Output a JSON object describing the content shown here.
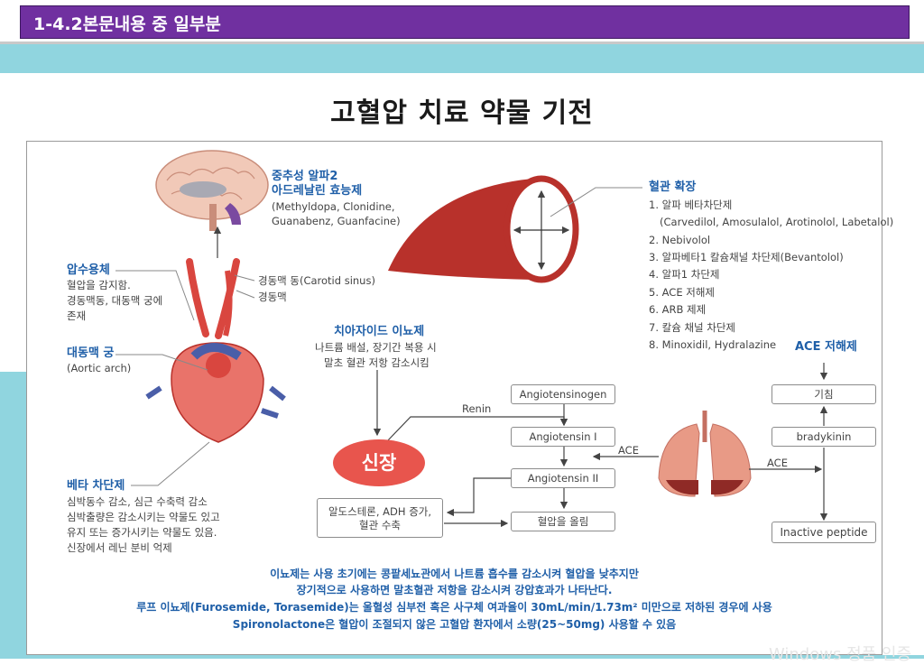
{
  "header": {
    "section_title": "1-4.2본문내용 중 일부분"
  },
  "slide": {
    "title": "고혈압 치료 약물 기전"
  },
  "left": {
    "central": {
      "title": "중추성 알파2",
      "title2": "아드레날린 효능제",
      "drugs1": "(Methyldopa, Clonidine,",
      "drugs2": "Guanabenz, Guanfacine)"
    },
    "carotid_sinus": "경동맥 동(Carotid sinus)",
    "carotid": "경동맥",
    "baro": {
      "title": "압수용체",
      "l1": "혈압을 감지함.",
      "l2": "경동맥동, 대동맥 궁에",
      "l3": "존재"
    },
    "aortic": {
      "title": "대동맥 궁",
      "sub": "(Aortic arch)"
    },
    "beta": {
      "title": "베타 차단제",
      "l1": "심박동수 감소, 심근 수축력 감소",
      "l2": "심박출량은 감소시키는 약물도 있고",
      "l3": "유지 또는 증가시키는 약물도 있음.",
      "l4": "신장에서 레닌 분비 억제"
    }
  },
  "vaso": {
    "title": "혈관 확장",
    "items": [
      "1. 알파 베타차단제",
      "(Carvedilol, Amosulalol, Arotinolol, Labetalol)",
      "2. Nebivolol",
      "3. 알파베타1 칼슘채널 차단제(Bevantolol)",
      "4. 알파1 차단제",
      "5. ACE 저해제",
      "6. ARB 제제",
      "7. 칼슘 채널 차단제",
      "8. Minoxidil, Hydralazine"
    ]
  },
  "thiazide": {
    "title": "치아자이드 이뇨제",
    "l1": "나트륨 배설, 장기간 복용 시",
    "l2": "말초 혈관 저항 감소시킴"
  },
  "kidney": "신장",
  "raas": {
    "renin": "Renin",
    "angiotensinogen": "Angiotensinogen",
    "angiotensin1": "Angiotensin I",
    "angiotensin2": "Angiotensin II",
    "ace": "ACE",
    "aldo": "알도스테론, ADH 증가,",
    "aldo2": "혈관 수축",
    "bp_up": "혈압을 올림"
  },
  "ace_inhibitor": {
    "title": "ACE 저해제",
    "cough": "기침",
    "bradykinin": "bradykinin",
    "ace": "ACE",
    "inactive": "Inactive peptide"
  },
  "notes": [
    "이뇨제는 사용 초기에는 콩팥세뇨관에서 나트륨 흡수를 감소시켜 혈압을 낮추지만",
    "장기적으로 사용하면  말초혈관 저항을 감소시켜  강압효과가 나타난다.",
    "루프 이뇨제(Furosemide, Torasemide)는 울혈성 심부전 혹은 사구체 여과율이 30mL/min/1.73m² 미만으로 저하된 경우에 사용",
    "Spironolactone은 혈압이 조절되지 않은 고혈압 환자에서 소량(25~50mg) 사용할 수 있음"
  ],
  "watermark": "Windows 정품 인증",
  "colors": {
    "header": "#7030a0",
    "teal": "#90d5df",
    "blue_text": "#1f5fa8",
    "kidney": "#e8554d",
    "vessel": "#b8312b",
    "lung": "#e89a86"
  }
}
